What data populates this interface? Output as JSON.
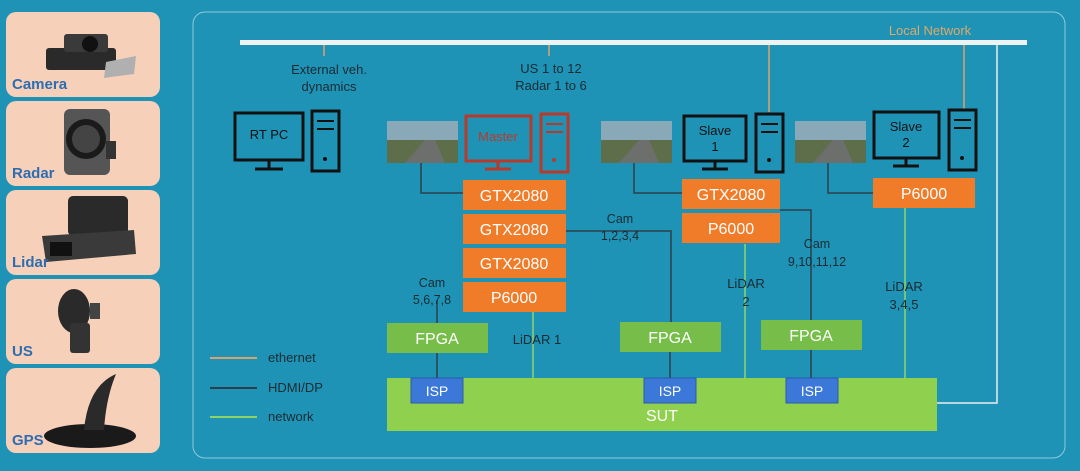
{
  "sidebar": {
    "items": [
      {
        "label": "Camera",
        "icon": "camera-icon"
      },
      {
        "label": "Radar",
        "icon": "radar-icon"
      },
      {
        "label": "Lidar",
        "icon": "lidar-icon"
      },
      {
        "label": "US",
        "icon": "ultrasonic-sensor-icon"
      },
      {
        "label": "GPS",
        "icon": "gps-antenna-icon"
      }
    ]
  },
  "diagram": {
    "local_network": "Local Network",
    "external_line1": "External veh.",
    "external_line2": "dynamics",
    "us_line": "US 1 to 12",
    "radar_line": "Radar 1 to 6",
    "rt_pc": "RT PC",
    "master": "Master",
    "slave1_line1": "Slave",
    "slave1_line2": "1",
    "slave2_line1": "Slave",
    "slave2_line2": "2",
    "gpu_gtx": "GTX2080",
    "gpu_p6000": "P6000",
    "cam_left_line1": "Cam",
    "cam_left_line2": "5,6,7,8",
    "cam_mid_line1": "Cam",
    "cam_mid_line2": "1,2,3,4",
    "cam_right_line1": "Cam",
    "cam_right_line2": "9,10,11,12",
    "lidar1": "LiDAR  1",
    "lidar2_line1": "LiDAR",
    "lidar2_line2": "2",
    "lidar345_line1": "LiDAR",
    "lidar345_line2": "3,4,5",
    "fpga": "FPGA",
    "isp": "ISP",
    "sut": "SUT",
    "legend": {
      "ethernet": "ethernet",
      "hdmi": "HDMI/DP",
      "network": "network"
    }
  },
  "colors": {
    "background": "#1f93b6",
    "ethernet": "#d9a36b",
    "hdmi": "#2b3f4a",
    "network": "#8fd46a",
    "gpu": "#f07c2a",
    "fpga": "#77bd49",
    "sut": "#8fd14f",
    "isp": "#3c78d8",
    "card": "#f7d0ba",
    "master": "#b83a2a"
  }
}
